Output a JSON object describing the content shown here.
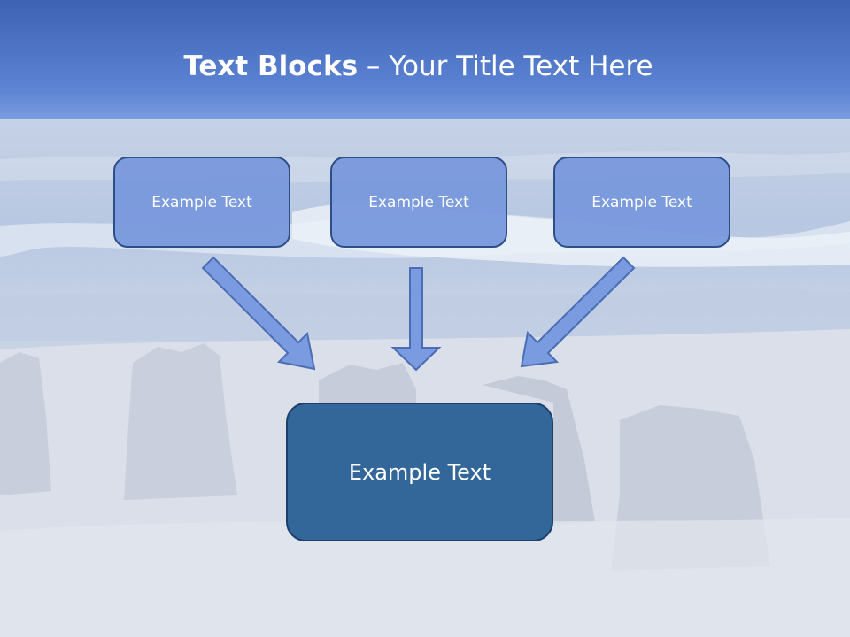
{
  "title": {
    "bold": "Text Blocks",
    "separator": " – ",
    "rest": "Your Title Text Here"
  },
  "blocks": {
    "left": "Example Text",
    "center": "Example Text",
    "right": "Example Text",
    "target": "Example Text"
  },
  "colors": {
    "title_bar": "#4f77c9",
    "small_box_fill": "#7898dc",
    "small_box_border": "#2e4f86",
    "large_box_fill": "#336699",
    "arrow_fill": "#7b9be0",
    "arrow_border": "#4a6db3"
  }
}
